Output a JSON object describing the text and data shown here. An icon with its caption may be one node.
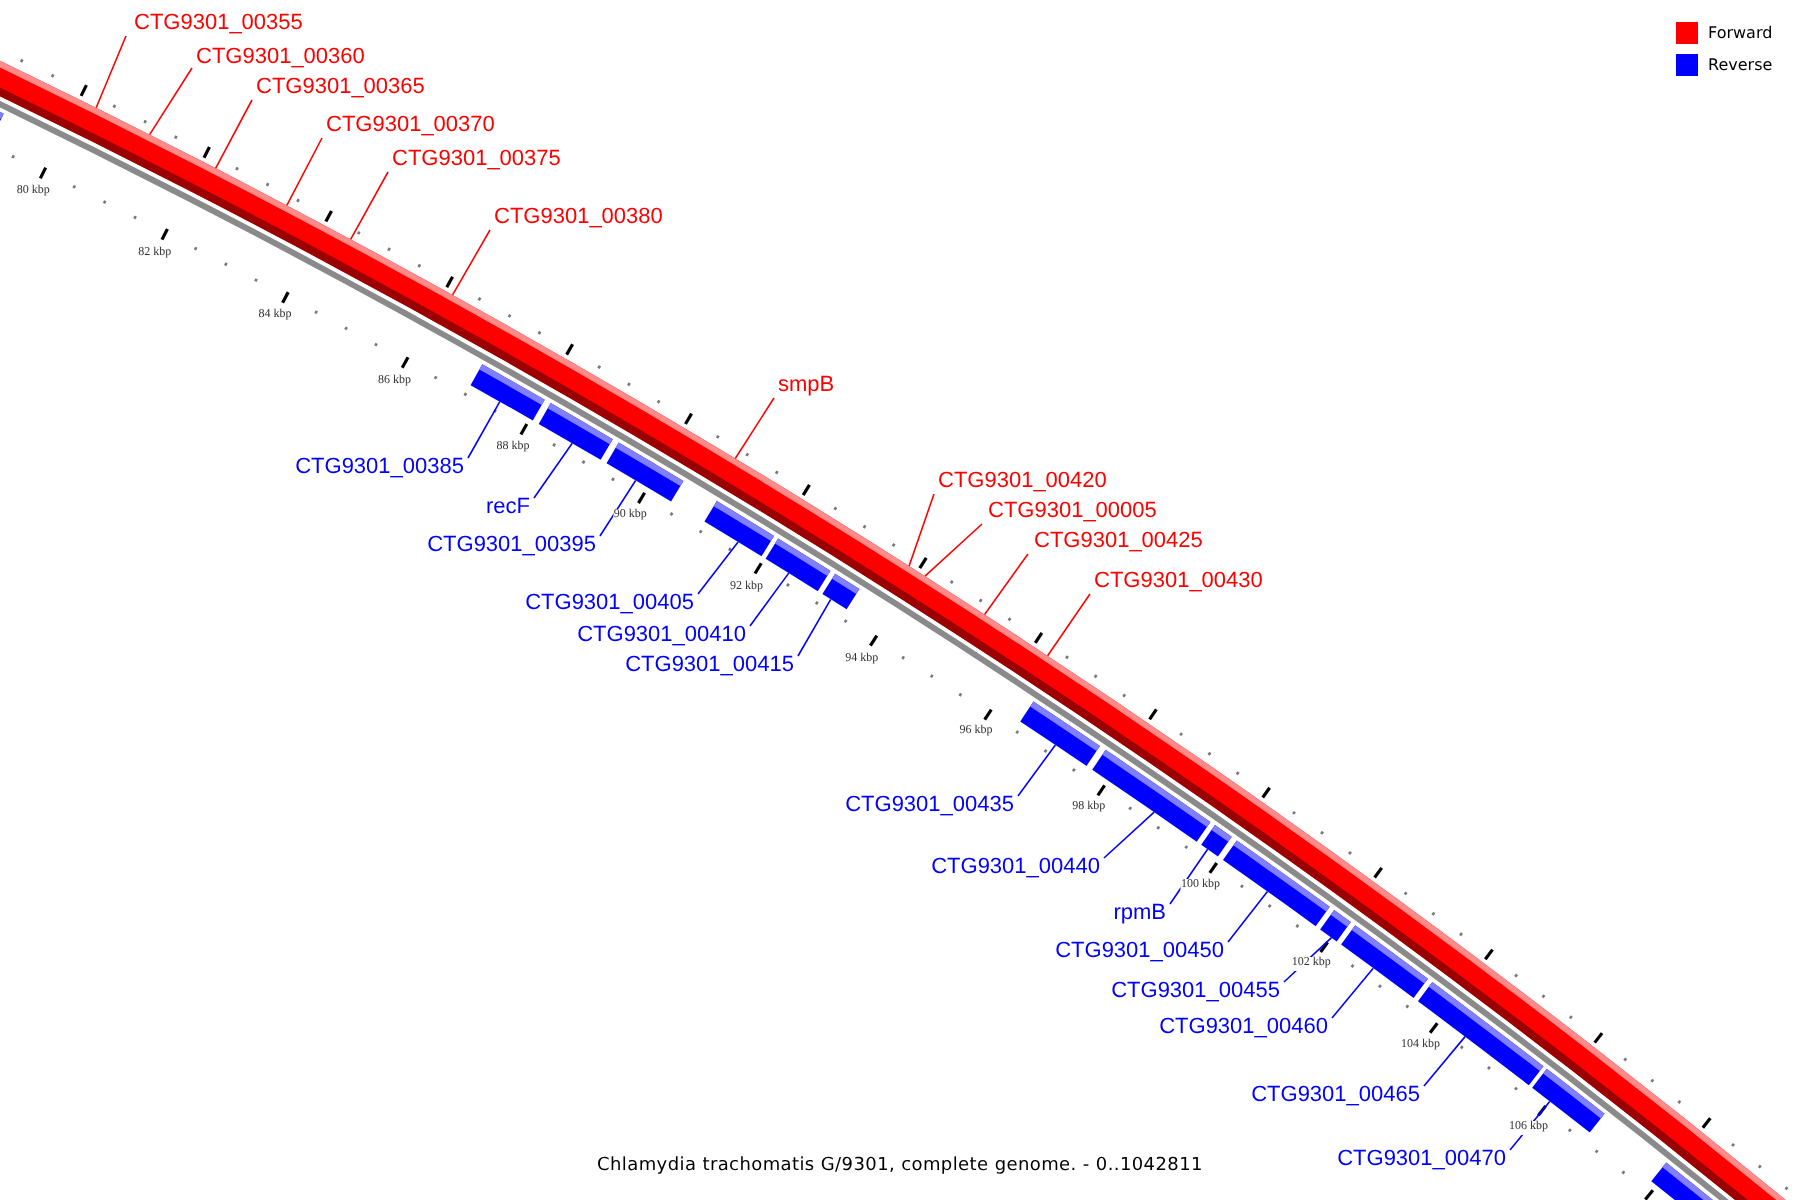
{
  "diagram": {
    "caption": "Chlamydia trachomatis G/9301, complete genome. - 0..1042811",
    "nodes": [
      {
        "text": [
          "CTG9301_00355"
        ]
      },
      {
        "text": [
          "CTG9301_00360"
        ]
      },
      {
        "text": [
          "CTG9301_00365"
        ]
      },
      {
        "text": [
          "CTG9301_00370"
        ]
      },
      {
        "text": [
          "CTG9301_00375"
        ]
      },
      {
        "text": [
          "CTG9301_00380"
        ]
      },
      {
        "text": [
          "smpB"
        ]
      },
      {
        "text": [
          "CTG9301_00420"
        ]
      },
      {
        "text": [
          "CTG9301_00005"
        ]
      },
      {
        "text": [
          "CTG9301_00425"
        ]
      },
      {
        "text": [
          "CTG9301_00430"
        ]
      },
      {
        "text": [
          "CTG9301_00385"
        ]
      },
      {
        "text": [
          "recF"
        ]
      },
      {
        "text": [
          "CTG9301_00395"
        ]
      },
      {
        "text": [
          "CTG9301_00405"
        ]
      },
      {
        "text": [
          "CTG9301_00410"
        ]
      },
      {
        "text": [
          "CTG9301_00415"
        ]
      },
      {
        "text": [
          "CTG9301_00435"
        ]
      },
      {
        "text": [
          "CTG9301_00440"
        ]
      },
      {
        "text": [
          "rpmB"
        ]
      },
      {
        "text": [
          "CTG9301_00450"
        ]
      },
      {
        "text": [
          "CTG9301_00455"
        ]
      },
      {
        "text": [
          "CTG9301_00460"
        ]
      },
      {
        "text": [
          "CTG9301_00465"
        ]
      },
      {
        "text": [
          "CTG9301_00470"
        ]
      },
      {
        "text": [],
        "shape": "bar"
      },
      {
        "text": [],
        "shape": "bar"
      },
      {
        "text": [],
        "shape": "bar"
      },
      {
        "text": [],
        "shape": "bar"
      },
      {
        "text": [],
        "shape": "bar"
      },
      {
        "text": [],
        "shape": "bar"
      },
      {
        "text": [],
        "shape": "bar"
      },
      {
        "text": [],
        "shape": "bar"
      },
      {
        "text": [],
        "shape": "bar"
      },
      {
        "text": [],
        "shape": "bar"
      },
      {
        "text": [],
        "shape": "bar"
      },
      {
        "text": [],
        "shape": "bar"
      },
      {
        "text": [],
        "shape": "bar"
      },
      {
        "text": [],
        "shape": "bar"
      },
      {
        "text": [],
        "shape": "bar"
      },
      {
        "text": [],
        "shape": "bar"
      }
    ],
    "edges": [
      {
        "from": 0,
        "to": null,
        "arrow": "none",
        "color": "#ff0000"
      },
      {
        "from": 1,
        "to": null,
        "arrow": "none",
        "color": "#ff0000"
      },
      {
        "from": 2,
        "to": null,
        "arrow": "none",
        "color": "#ff0000"
      },
      {
        "from": 3,
        "to": null,
        "arrow": "none",
        "color": "#ff0000"
      },
      {
        "from": 4,
        "to": null,
        "arrow": "none",
        "color": "#ff0000"
      },
      {
        "from": 5,
        "to": null,
        "arrow": "none",
        "color": "#ff0000"
      },
      {
        "from": 6,
        "to": null,
        "arrow": "none",
        "color": "#ff0000"
      },
      {
        "from": 7,
        "to": null,
        "arrow": "none",
        "color": "#ff0000"
      },
      {
        "from": 8,
        "to": null,
        "arrow": "none",
        "color": "#ff0000"
      },
      {
        "from": 9,
        "to": null,
        "arrow": "none",
        "color": "#ff0000"
      },
      {
        "from": 10,
        "to": null,
        "arrow": "none",
        "color": "#ff0000"
      },
      {
        "from": 11,
        "to": 26,
        "arrow": "none"
      },
      {
        "from": 12,
        "to": 27,
        "arrow": "none"
      },
      {
        "from": 13,
        "to": 28,
        "arrow": "none"
      },
      {
        "from": 14,
        "to": 29,
        "arrow": "none"
      },
      {
        "from": 15,
        "to": 30,
        "arrow": "none"
      },
      {
        "from": 16,
        "to": 31,
        "arrow": "none"
      },
      {
        "from": 17,
        "to": 32,
        "arrow": "none"
      },
      {
        "from": 18,
        "to": 33,
        "arrow": "none"
      },
      {
        "from": 19,
        "to": 34,
        "arrow": "none"
      },
      {
        "from": 20,
        "to": 35,
        "arrow": "none"
      },
      {
        "from": 21,
        "to": 36,
        "arrow": "none"
      },
      {
        "from": 22,
        "to": 37,
        "arrow": "none"
      },
      {
        "from": 23,
        "to": 38,
        "arrow": "none"
      },
      {
        "from": 24,
        "to": 39,
        "arrow": "none"
      }
    ],
    "labels": [
      "80 kbp",
      "82 kbp",
      "84 kbp",
      "86 kbp",
      "88 kbp",
      "90 kbp",
      "92 kbp",
      "94 kbp",
      "96 kbp",
      "98 kbp",
      "100 kbp",
      "102 kbp",
      "104 kbp",
      "106 kbp"
    ],
    "legend": [
      {
        "text": "Forward",
        "color": "#ff0000"
      },
      {
        "text": "Reverse",
        "color": "#0000ff"
      }
    ]
  }
}
